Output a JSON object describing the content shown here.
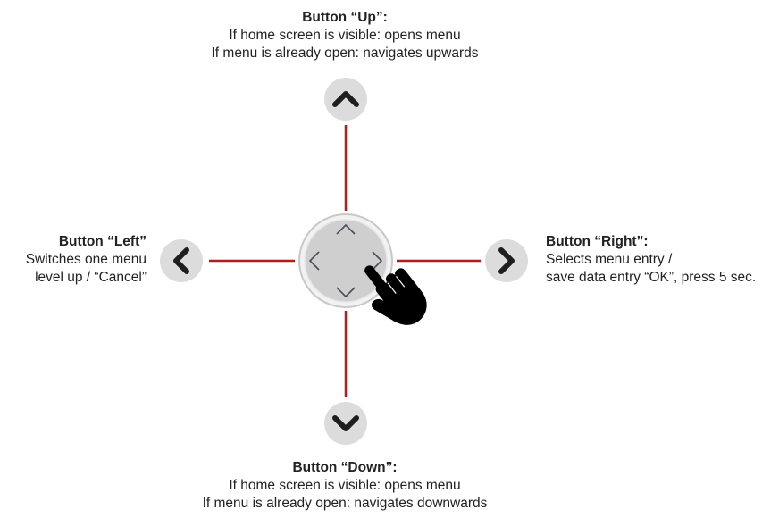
{
  "up": {
    "title": "Button “Up”:",
    "line1": "If home screen is visible: opens menu",
    "line2": "If menu is already open: navigates upwards"
  },
  "down": {
    "title": "Button “Down”:",
    "line1": "If home screen is visible: opens menu",
    "line2": "If menu is already open: navigates downwards"
  },
  "left": {
    "title": "Button “Left”",
    "line1": "Switches one menu",
    "line2": "level up / “Cancel”"
  },
  "right": {
    "title": "Button “Right”:",
    "line1": "Selects menu entry /",
    "line2": "save data entry “OK”, press 5 sec."
  },
  "colors": {
    "connector": "#b01c1c",
    "button_fill": "#dcdcdc",
    "arrow": "#1e1e1e",
    "dpad_ring": "#c8c8c8",
    "dpad_face": "#cfcfcf",
    "dpad_chevron": "#4a4a5a"
  },
  "icons": {
    "up": "chevron-up-icon",
    "down": "chevron-down-icon",
    "left": "chevron-left-icon",
    "right": "chevron-right-icon",
    "pointer": "pointing-hand-icon"
  }
}
